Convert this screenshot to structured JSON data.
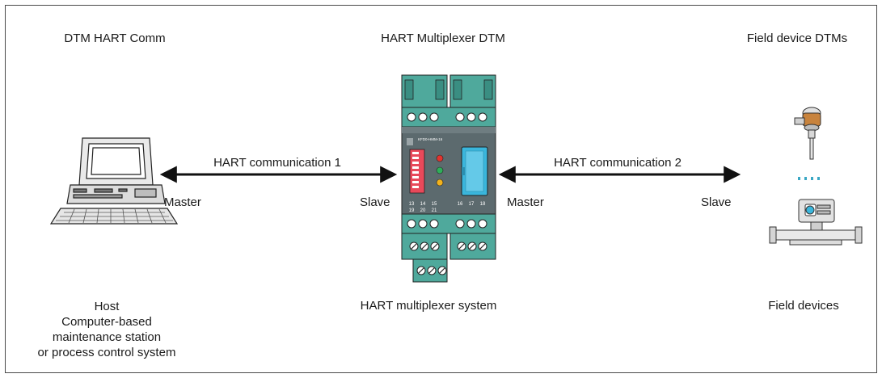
{
  "headers": {
    "left": "DTM HART Comm",
    "center": "HART Multiplexer DTM",
    "right": "Field device DTMs"
  },
  "links": {
    "link1": {
      "label": "HART communication 1",
      "left_role": "Master",
      "right_role": "Slave"
    },
    "link2": {
      "label": "HART communication 2",
      "left_role": "Master",
      "right_role": "Slave"
    }
  },
  "captions": {
    "left_line1": "Host",
    "left_line2": "Computer-based",
    "left_line3": "maintenance station",
    "left_line4": "or process control system",
    "center": "HART multiplexer system",
    "right": "Field devices"
  },
  "device": {
    "model": "KFD0-HMM-16",
    "terminals_top": [
      "13",
      "14",
      "15",
      "16",
      "17",
      "18"
    ],
    "terminals_bottom": [
      "19",
      "20",
      "21"
    ]
  },
  "colors": {
    "housing": "#5c6a6e",
    "terminal_green": "#4fa99c",
    "dip_switch": "#e8495a",
    "display_blue": "#3ab6dc",
    "led_red": "#e3342f",
    "led_green": "#2fae5a",
    "led_yellow": "#f2b21c"
  }
}
